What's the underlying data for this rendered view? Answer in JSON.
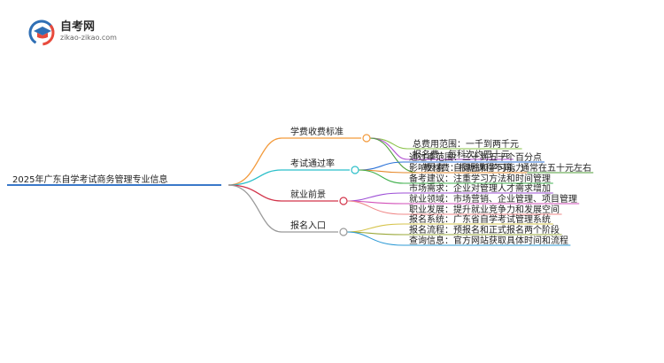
{
  "brand": {
    "name": "自考网",
    "url": "zikao-zikao.com",
    "icon": "graduation-cap-icon",
    "colors": {
      "red": "#e84a3c",
      "blue": "#2f6fb5"
    }
  },
  "mindmap": {
    "root": "2025年广东自学考试商务管理专业信息",
    "branches": [
      {
        "id": "fees",
        "label": "学费收费标准",
        "color": "#f39a3b",
        "children": [
          {
            "text": "总费用范围：一千到两千元",
            "color": "#8ac34a"
          },
          {
            "text": "报名费：每科次约四十元",
            "color": "#b04dd1"
          },
          {
            "text": "教材费：根据课程不同，通常在五十元左右",
            "color": "#4f9e3a"
          }
        ]
      },
      {
        "id": "pass",
        "label": "考试通过率",
        "color": "#2bbfc9",
        "children": [
          {
            "text": "通过率范围：三十到五十个百分点",
            "color": "#2a72d8"
          },
          {
            "text": "影响因素：自律性和学习能力",
            "color": "#e6892a"
          },
          {
            "text": "备考建议：注重学习方法和时间管理",
            "color": "#3fb04c"
          }
        ]
      },
      {
        "id": "job",
        "label": "就业前景",
        "color": "#d2344a",
        "children": [
          {
            "text": "市场需求：企业对管理人才需求增加",
            "color": "#9d4fd6"
          },
          {
            "text": "就业领域：市场营销、企业管理、项目管理",
            "color": "#d24fb9"
          },
          {
            "text": "职业发展：提升就业竞争力和发展空间",
            "color": "#f08a8a"
          }
        ]
      },
      {
        "id": "signup",
        "label": "报名入口",
        "color": "#9a9a9a",
        "children": [
          {
            "text": "报名系统：广东省自学考试管理系统",
            "color": "#d6c44c"
          },
          {
            "text": "报名流程：预报名和正式报名两个阶段",
            "color": "#9aa83a"
          },
          {
            "text": "查询信息：官方网站获取具体时间和流程",
            "color": "#2f9bd6"
          }
        ]
      }
    ]
  }
}
